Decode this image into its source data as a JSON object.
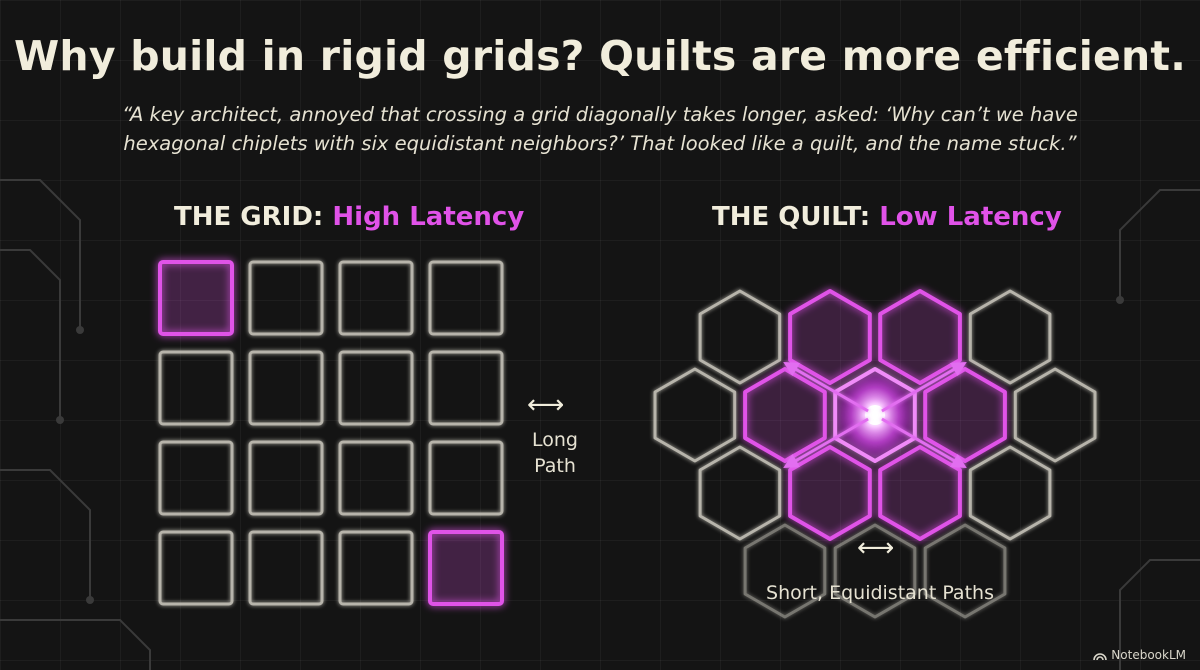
{
  "title": "Why build in rigid grids? Quilts are more efficient.",
  "quote": {
    "line1": "“A key architect, annoyed that crossing a grid diagonally takes longer, asked: ‘Why can’t we have",
    "line2": "hexagonal chiplets with six equidistant neighbors?’ That looked like a quilt, and the name stuck.”"
  },
  "grid_panel": {
    "heading_lead": "THE GRID:",
    "heading_accent": "High Latency",
    "label_line1": "Long",
    "label_line2": "Path",
    "rows": 4,
    "cols": 4,
    "start_cell": [
      0,
      0
    ],
    "end_cell": [
      3,
      3
    ]
  },
  "quilt_panel": {
    "heading_lead": "THE QUILT:",
    "heading_accent": "Low Latency",
    "label": "Short, Equidistant Paths",
    "neighbors": 6
  },
  "colors": {
    "accent": "#e052e8",
    "cell_stroke": "#c9c6bc",
    "background": "#141414",
    "text": "#f1eddc"
  },
  "brand": "NotebookLM"
}
